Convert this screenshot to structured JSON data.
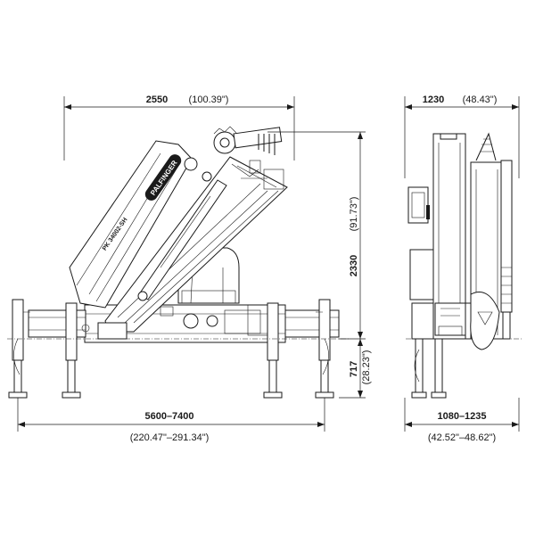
{
  "dimensions": {
    "top_width_mm": "2550",
    "top_width_in": "(100.39\")",
    "side_width_mm": "1230",
    "side_width_in": "(48.43\")",
    "height_mm": "2330",
    "height_in": "(91.73\")",
    "leg_height_mm": "717",
    "leg_height_in": "(28.23\")",
    "outrigger_span_mm": "5600–7400",
    "outrigger_span_in": "(220.47\"–291.34\")",
    "side_span_mm": "1080–1235",
    "side_span_in": "(42.52\"–48.62\")"
  },
  "labels": {
    "brand": "PALFINGER",
    "model": "PK 34002-SH"
  },
  "colors": {
    "line": "#1a1a1a",
    "background": "#ffffff"
  }
}
